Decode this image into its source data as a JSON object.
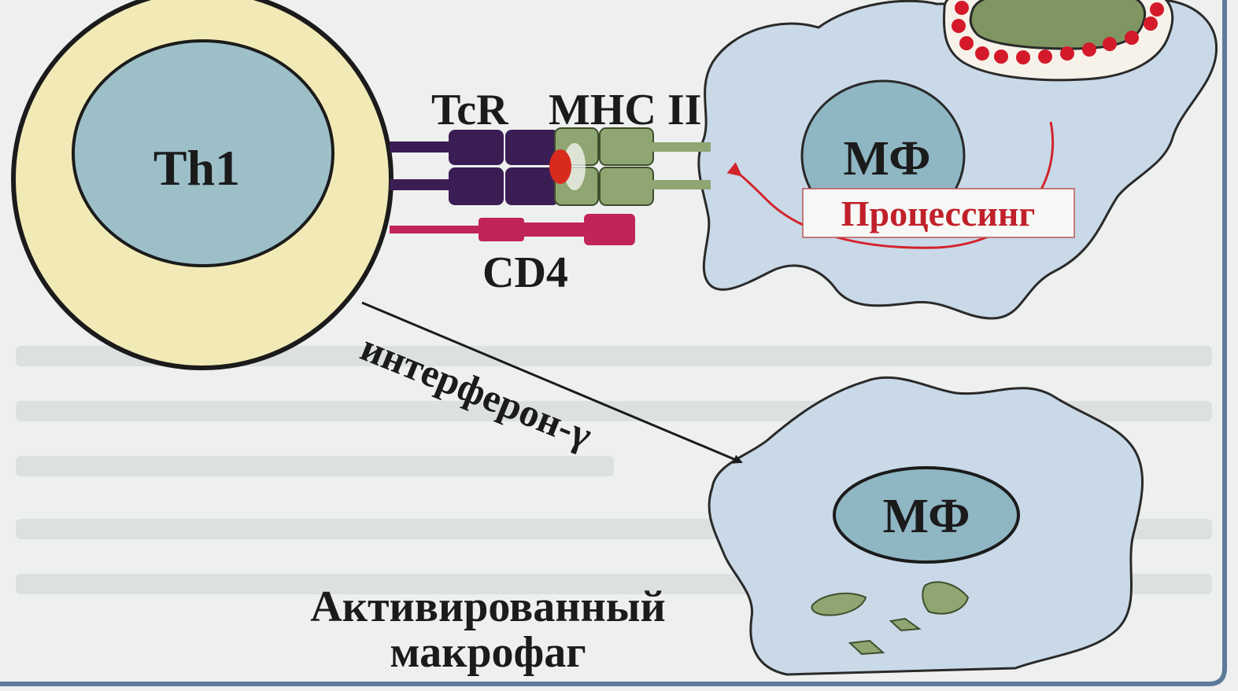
{
  "labels": {
    "th1": "Th1",
    "tcr": "TcR",
    "mhc": "MHC II",
    "cd4": "CD4",
    "mf_top": "МФ",
    "processing": "Процессинг",
    "mf_bottom": "МФ",
    "interferon": "интерферон-γ",
    "activated_line1": "Активированный",
    "activated_line2": "макрофаг"
  },
  "colors": {
    "background": "#eef0ef",
    "th1_ring": "#f1eab6",
    "th1_nucleus": "#9dc0c8",
    "macrophage": "#c9d9e8",
    "mf_nucleus": "#8fb6c3",
    "tcr": "#3b1d55",
    "mhc": "#8fa673",
    "cd4": "#c1245a",
    "antigen": "#d92a1e",
    "processing_text": "#c0202a",
    "vacuole_fill": "#7f9662",
    "vacuole_dots": "#d41a2a",
    "text": "#1b1b1b"
  }
}
